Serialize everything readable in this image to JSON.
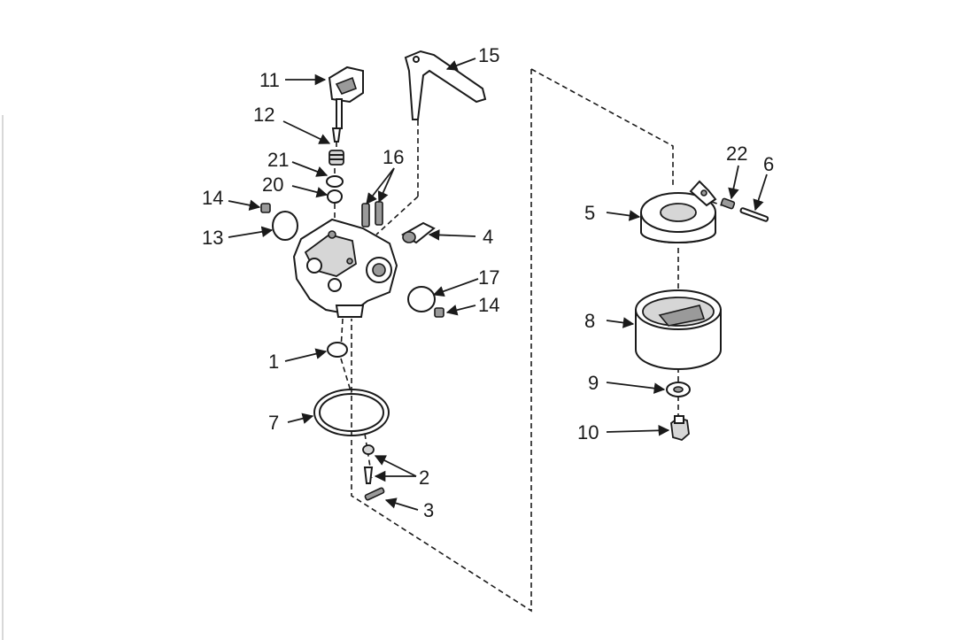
{
  "labels": {
    "p1": "1",
    "p2": "2",
    "p3": "3",
    "p4": "4",
    "p5": "5",
    "p6": "6",
    "p7": "7",
    "p8": "8",
    "p9": "9",
    "p10": "10",
    "p11": "11",
    "p12": "12",
    "p13": "13",
    "p14a": "14",
    "p14b": "14",
    "p15": "15",
    "p16": "16",
    "p17": "17",
    "p20": "20",
    "p21": "21",
    "p22": "22"
  }
}
